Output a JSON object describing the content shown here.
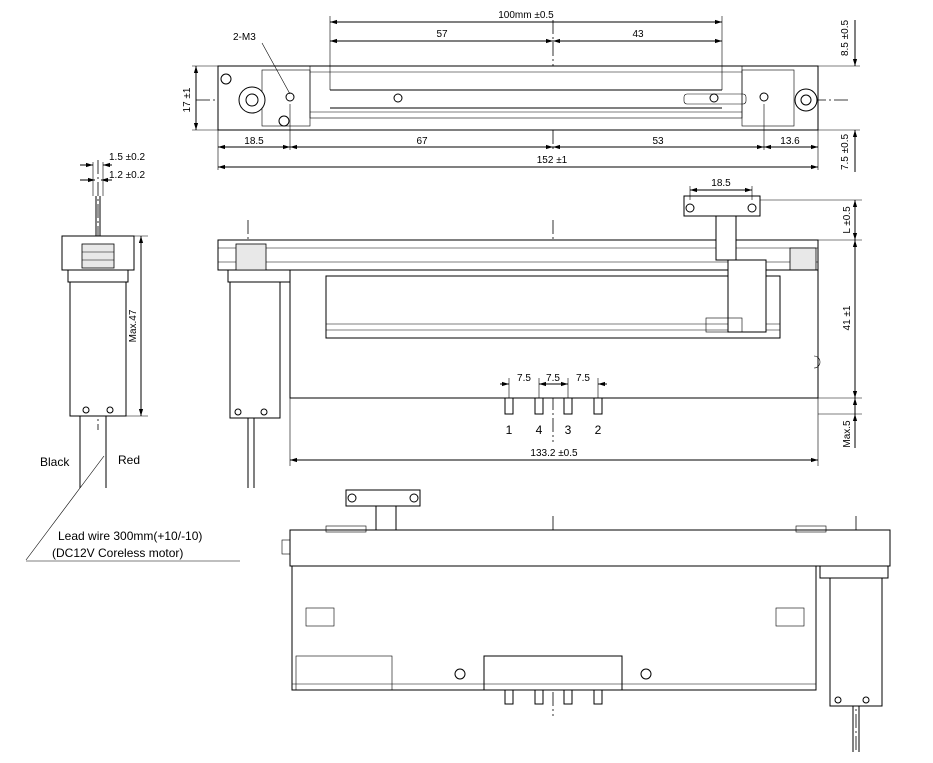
{
  "top_view": {
    "overall_travel": "100mm ±0.5",
    "left_travel": "57",
    "right_travel": "43",
    "screw_note": "2-M3",
    "height": "17 ±1",
    "top_offset": "8.5 ±0.5",
    "bottom_offset": "7.5 ±0.5",
    "seg_a": "18.5",
    "seg_b": "67",
    "seg_c": "53",
    "seg_d": "13.6",
    "total_length": "152 ±1"
  },
  "end_view": {
    "dim_outer": "1.5 ±0.2",
    "dim_inner": "1.2 ±0.2",
    "max_height": "Max.47",
    "wire_black": "Black",
    "wire_red": "Red"
  },
  "note": {
    "line1": "Lead wire 300mm(+10/-10)",
    "line2": "(DC12V Coreless motor)"
  },
  "side_view": {
    "knob_spacing": "18.5",
    "knob_height": "L ±0.5",
    "body_height": "41 ±1",
    "pin_max": "Max.5",
    "pin_pitch_1": "7.5",
    "pin_pitch_2": "7.5",
    "pin_pitch_3": "7.5",
    "pin_numbers": [
      "1",
      "4",
      "3",
      "2"
    ],
    "body_length": "133.2 ±0.5"
  }
}
